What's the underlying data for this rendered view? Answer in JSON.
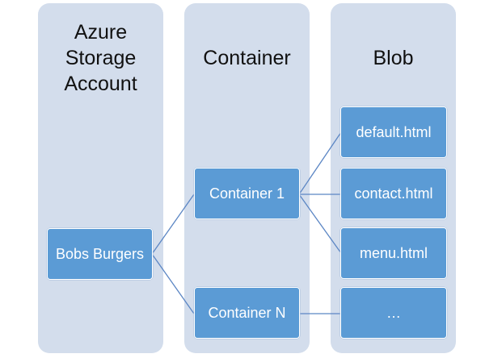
{
  "columns": {
    "account": {
      "title": "Azure\nStorage\nAccount"
    },
    "container": {
      "title": "Container"
    },
    "blob": {
      "title": "Blob"
    }
  },
  "nodes": {
    "account": {
      "label": "Bobs Burgers"
    },
    "container_1": {
      "label": "Container 1"
    },
    "container_n": {
      "label": "Container N"
    },
    "blob_default": {
      "label": "default.html"
    },
    "blob_contact": {
      "label": "contact.html"
    },
    "blob_menu": {
      "label": "menu.html"
    },
    "blob_more": {
      "label": "…"
    }
  },
  "colors": {
    "column_bg": "#d3ddec",
    "node_fill": "#5b9bd5",
    "connector": "#5b86c4"
  }
}
